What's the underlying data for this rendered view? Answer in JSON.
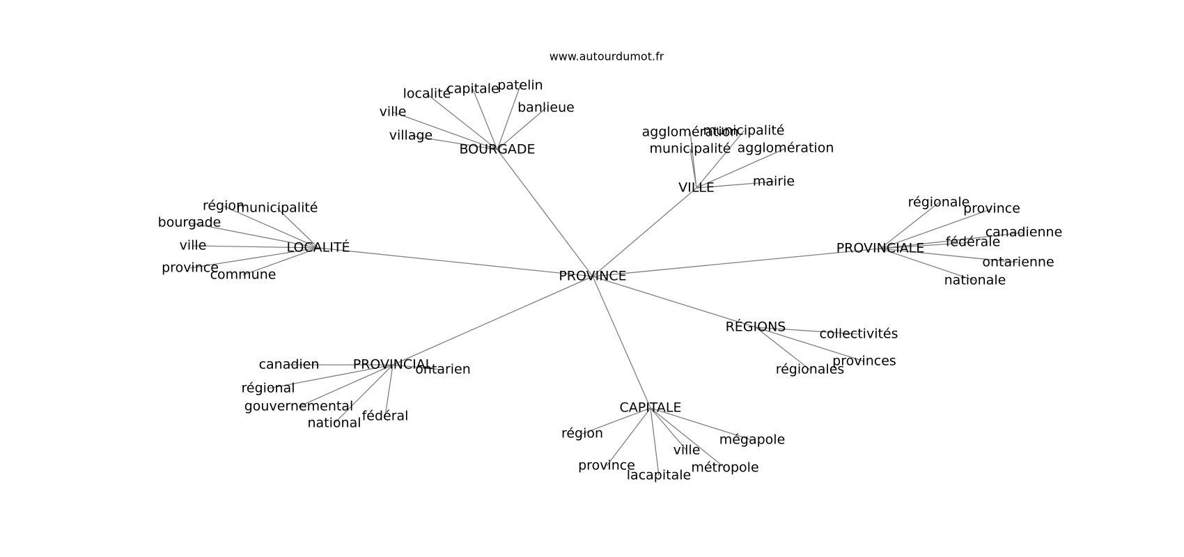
{
  "source": "www.autourdumot.fr",
  "root": "PROVINCE",
  "hubs": [
    {
      "id": "bourgade",
      "label": "BOURGADE",
      "leaves": [
        "localité",
        "capitale",
        "patelin",
        "banlieue",
        "ville",
        "village"
      ]
    },
    {
      "id": "ville",
      "label": "VILLE",
      "leaves": [
        "agglomération",
        "municipalité",
        "municipalité",
        "agglomération",
        "mairie"
      ]
    },
    {
      "id": "localite",
      "label": "LOCALITÉ",
      "leaves": [
        "région",
        "municipalité",
        "bourgade",
        "ville",
        "province",
        "commune"
      ]
    },
    {
      "id": "provinciale",
      "label": "PROVINCIALE",
      "leaves": [
        "régionale",
        "province",
        "canadienne",
        "fédérale",
        "ontarienne",
        "nationale"
      ]
    },
    {
      "id": "regions",
      "label": "RÉGIONS",
      "leaves": [
        "collectivités",
        "provinces",
        "régionales"
      ]
    },
    {
      "id": "provincial",
      "label": "PROVINCIAL",
      "leaves": [
        "canadien",
        "ontarien",
        "régional",
        "gouvernemental",
        "national",
        "fédéral"
      ]
    },
    {
      "id": "capitale",
      "label": "CAPITALE",
      "leaves": [
        "région",
        "mégapole",
        "ville",
        "province",
        "métropole",
        "lacapitale"
      ]
    }
  ],
  "colors": {
    "edge": "#7f7f7f",
    "text": "#000000",
    "background": "#ffffff"
  }
}
